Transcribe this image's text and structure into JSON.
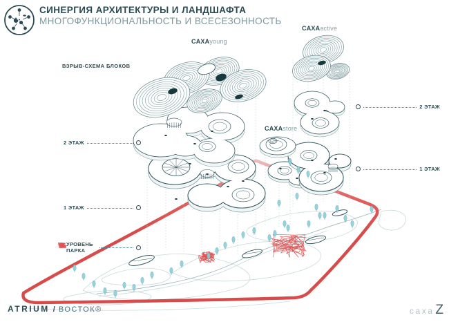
{
  "header": {
    "title": "СИНЕРГИЯ АРХИТЕКТУРЫ И ЛАНДШАФТА",
    "subtitle": "МНОГОФУНКЦИОНАЛЬНОСТЬ И ВСЕСЕЗОННОСТЬ",
    "logo_icon": "atrium-network-circle-icon"
  },
  "diagram": {
    "section_label": "ВЗРЫВ-СХЕМА БЛОКОВ",
    "block_labels": [
      {
        "brand": "CAXA",
        "variant": "young"
      },
      {
        "brand": "CAXA",
        "variant": "active"
      },
      {
        "brand": "CAXA",
        "variant": "store"
      }
    ],
    "left_callouts": [
      {
        "label": "2 ЭТАЖ"
      },
      {
        "label": "1 ЭТАЖ"
      },
      {
        "label": "УРОВЕНЬ ПАРКА"
      }
    ],
    "right_callouts": [
      {
        "label": "2 ЭТАЖ"
      },
      {
        "label": "1 ЭТАЖ"
      }
    ]
  },
  "footer": {
    "studio": "ATRIUM",
    "divider": "/",
    "partner": "ВОСТОК®",
    "client_logo": {
      "text": "caxa",
      "accent": "Z"
    }
  },
  "colors": {
    "ink": "#2b4a52",
    "muted": "#7e979c",
    "drawing_line": "#35595f",
    "contour_light": "#c9d9db",
    "red": "#d85050",
    "tree": "#8ecdd6"
  }
}
